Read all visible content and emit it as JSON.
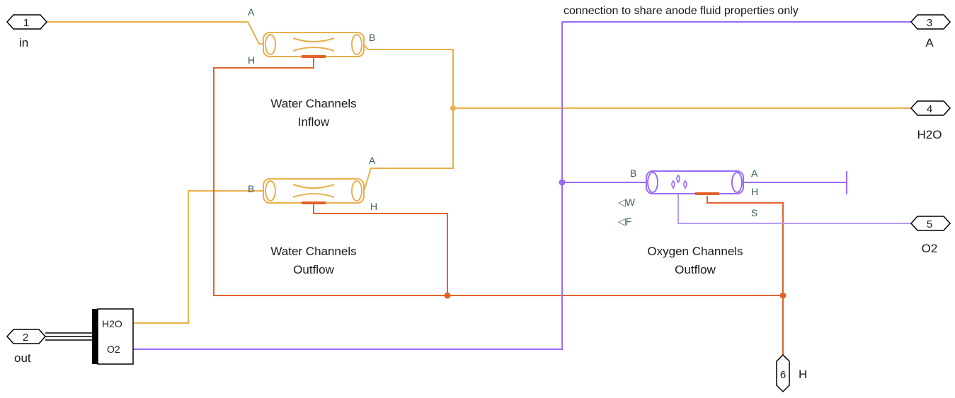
{
  "colors": {
    "water": "#E8B04A",
    "heat": "#E2622A",
    "gas": "#9B6CF6",
    "gas_light": "#B89CF2",
    "black": "#000000"
  },
  "note": "connection to share anode fluid properties only",
  "ports": [
    {
      "num": "1",
      "label": "in"
    },
    {
      "num": "2",
      "label": "out"
    },
    {
      "num": "3",
      "label": "A"
    },
    {
      "num": "4",
      "label": "H2O"
    },
    {
      "num": "5",
      "label": "O2"
    },
    {
      "num": "6",
      "label": "H"
    }
  ],
  "blocks": {
    "water_in": {
      "line1": "Water Channels",
      "line2": "Inflow",
      "port_a": "A",
      "port_b": "B",
      "port_h": "H"
    },
    "water_out": {
      "line1": "Water Channels",
      "line2": "Outflow",
      "port_a": "A",
      "port_b": "B",
      "port_h": "H"
    },
    "oxygen_out": {
      "line1": "Oxygen Channels",
      "line2": "Outflow",
      "port_a": "A",
      "port_b": "B",
      "port_h": "H",
      "port_s": "S",
      "port_w": "◁W",
      "port_f": "◁F"
    },
    "splitter": {
      "port_h2o": "H2O",
      "port_o2": "O2"
    }
  }
}
